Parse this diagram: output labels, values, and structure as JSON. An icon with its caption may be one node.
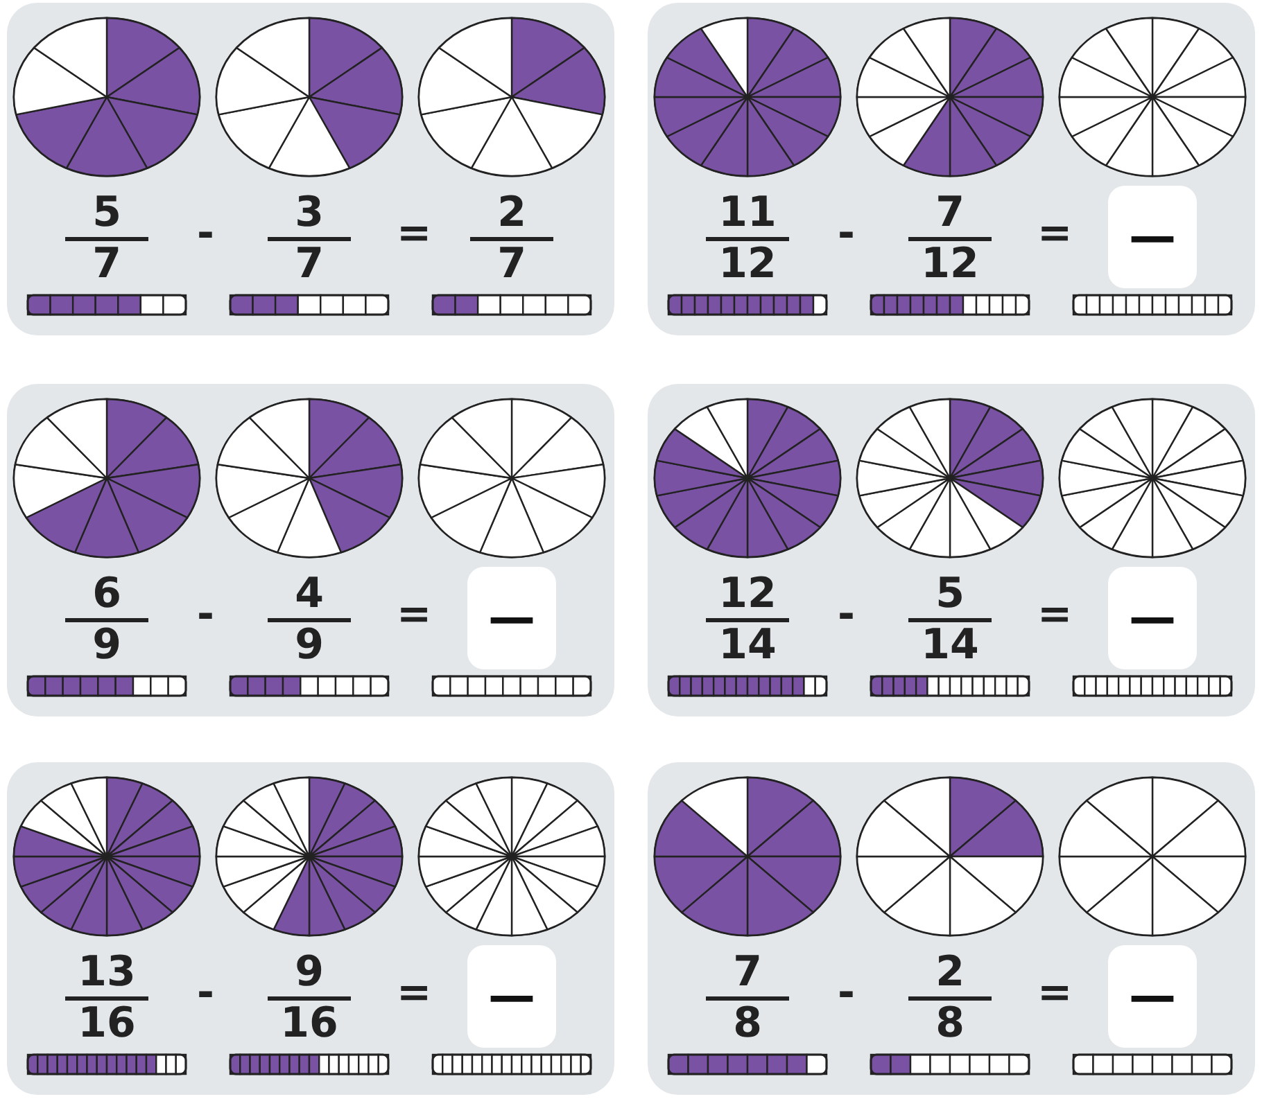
{
  "diagram": {
    "nodes": [
      {
        "text": [
          "5",
          "7",
          "-",
          "3",
          "7",
          "=",
          "2",
          "7"
        ]
      },
      {
        "text": [
          "11",
          "12",
          "-",
          "7",
          "12",
          "="
        ]
      },
      {
        "text": [
          "—"
        ],
        "in": 1
      },
      {
        "text": [
          "6",
          "9",
          "-",
          "4",
          "9",
          "="
        ]
      },
      {
        "text": [
          "—"
        ],
        "in": 3
      },
      {
        "text": [
          "12",
          "14",
          "-",
          "5",
          "14",
          "="
        ]
      },
      {
        "text": [
          "—"
        ],
        "in": 5
      },
      {
        "text": [
          "13",
          "16",
          "-",
          "9",
          "16",
          "="
        ]
      },
      {
        "text": [
          "—"
        ],
        "in": 7
      },
      {
        "text": [
          "7",
          "8",
          "-",
          "2",
          "8",
          "="
        ]
      },
      {
        "text": [
          "—"
        ],
        "in": 9
      }
    ]
  }
}
